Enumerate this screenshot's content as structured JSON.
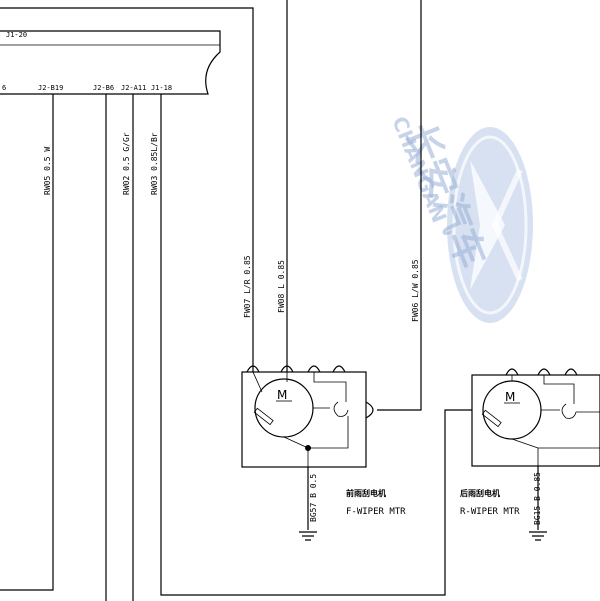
{
  "connectors": {
    "j1_20": "J1-20",
    "left_edge": "6",
    "j2_b19": "J2-B19",
    "j2_b6": "J2-B6",
    "j2_a11": "J2-A11",
    "j1_18": "J1-18"
  },
  "wires": {
    "rw05": "RW05 0.5 W",
    "rw02": "RW02  0.5 G/Gr",
    "rw03": "RW03 0.85L/Br",
    "fw07": "FW07 L/R 0.85",
    "fw08": "FW08 L 0.85",
    "fw06": "FW06 L/W 0.85",
    "bg57": "BG57 B 0.5",
    "bg15": "BG15 B 0.85"
  },
  "components": {
    "front_motor": {
      "cn": "前雨刮电机",
      "en": "F-WIPER MTR",
      "symbol": "M"
    },
    "rear_motor": {
      "cn": "后雨刮电机",
      "en": "R-WIPER MTR",
      "symbol": "M"
    }
  },
  "watermark": {
    "brand_cn": "长安汽车",
    "brand_en": "CHANGAN",
    "logo": "changan-v-logo-icon",
    "color": "#9ab0d8"
  }
}
